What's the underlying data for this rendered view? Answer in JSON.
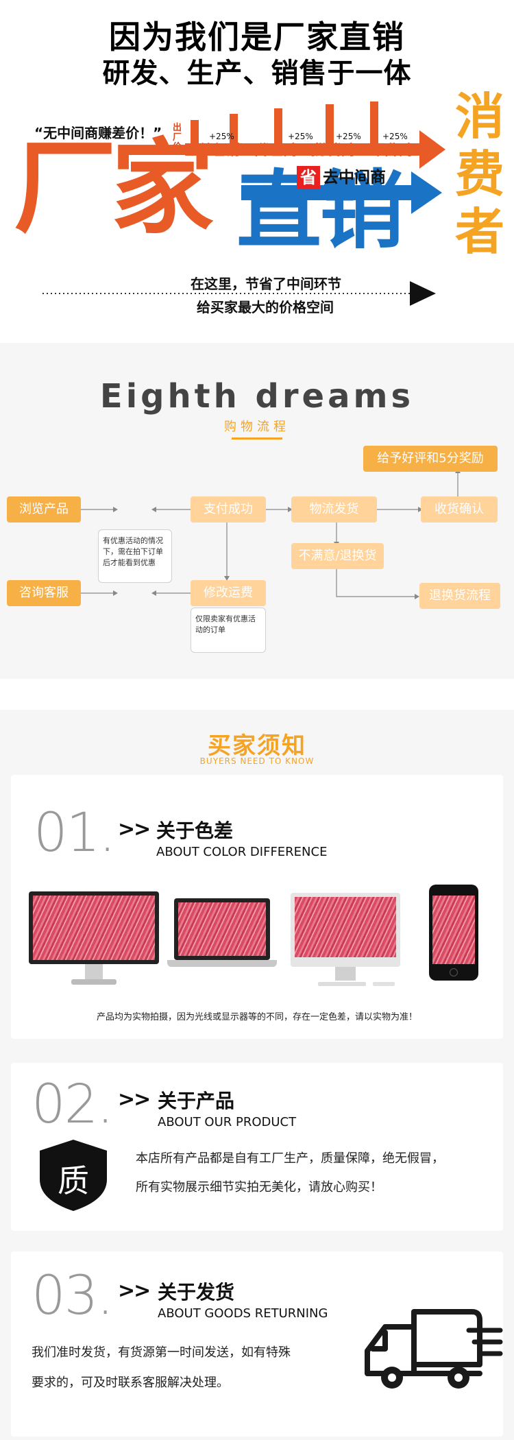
{
  "factory": {
    "title": "因为我们是厂家直销",
    "subtitle": "研发、生产、销售于一体",
    "quote": "“无中间商赚差价！”",
    "vertical_text": "出厂价",
    "big_left": "厂家",
    "big_right": "直销",
    "chain": [
      "总经销",
      "代理商",
      "批发商",
      "零售商"
    ],
    "markup": "+25%",
    "save_badge": "省",
    "save_text": "去中间商",
    "consumer": [
      "消",
      "费",
      "者"
    ],
    "tagline1": "在这里，节省了中间环节",
    "tagline2": "给买家最大的价格空间",
    "colors": {
      "orange": "#e85a26",
      "blue": "#1a73c4",
      "yellow": "#f5a323"
    }
  },
  "flow": {
    "title": "Eighth dreams",
    "subtitle": "购物流程",
    "steps": {
      "browse": "浏览产品",
      "consult": "咨询客服",
      "paid": "支付成功",
      "modify": "修改运费",
      "shipping": "物流发货",
      "unsatisfied": "不满意/退换货",
      "receive": "收货确认",
      "review": "给予好评和5分奖励",
      "return_flow": "退换货流程"
    },
    "note_promo": "有优惠活动的情况下，需在拍下订单后才能看到优惠",
    "note_seller": "仅限卖家有优惠活动的订单"
  },
  "notice": {
    "title": "买家须知",
    "subtitle": "BUYERS NEED TO KNOW",
    "items": [
      {
        "num": "01.",
        "arrows": ">>",
        "title": "关于色差",
        "en": "ABOUT COLOR DIFFERENCE",
        "text": "产品均为实物拍摄，因为光线或显示器等的不同，存在一定色差，请以实物为准！"
      },
      {
        "num": "02.",
        "arrows": ">>",
        "title": "关于产品",
        "en": "ABOUT OUR PRODUCT",
        "badge": "质",
        "text1": "本店所有产品都是自有工厂生产，质量保障，绝无假冒，",
        "text2": "所有实物展示细节实拍无美化，请放心购买！"
      },
      {
        "num": "03.",
        "arrows": ">>",
        "title": "关于发货",
        "en": "ABOUT GOODS RETURNING",
        "text1": "我们准时发货，有货源第一时间发送，如有特殊",
        "text2": "要求的，可及时联系客服解决处理。"
      }
    ]
  }
}
